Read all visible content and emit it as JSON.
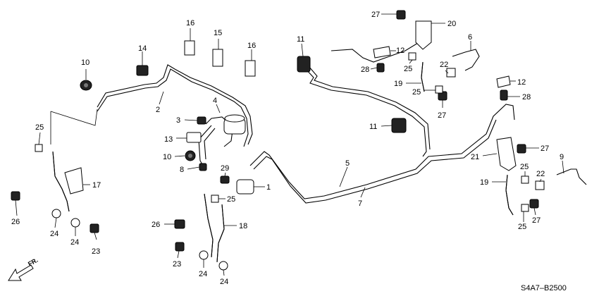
{
  "diagram_code": "S4A7–B2500",
  "direction_label": "FR.",
  "callouts": {
    "c1": "1",
    "c2": "2",
    "c3": "3",
    "c4": "4",
    "c5": "5",
    "c6": "6",
    "c7": "7",
    "c8": "8",
    "c9": "9",
    "c10a": "10",
    "c10b": "10",
    "c11a": "11",
    "c11b": "11",
    "c12a": "12",
    "c12b": "12",
    "c13": "13",
    "c14": "14",
    "c15": "15",
    "c16a": "16",
    "c16b": "16",
    "c17": "17",
    "c18": "18",
    "c19a": "19",
    "c19b": "19",
    "c20": "20",
    "c21": "21",
    "c22a": "22",
    "c22b": "22",
    "c23a": "23",
    "c23b": "23",
    "c24a": "24",
    "c24b": "24",
    "c24c": "24",
    "c24d": "24",
    "c25a": "25",
    "c25b": "25",
    "c25c": "25",
    "c25d": "25",
    "c25e": "25",
    "c25f": "25",
    "c26a": "26",
    "c26b": "26",
    "c27a": "27",
    "c27b": "27",
    "c27c": "27",
    "c27d": "27",
    "c28a": "28",
    "c28b": "28",
    "c29": "29"
  }
}
